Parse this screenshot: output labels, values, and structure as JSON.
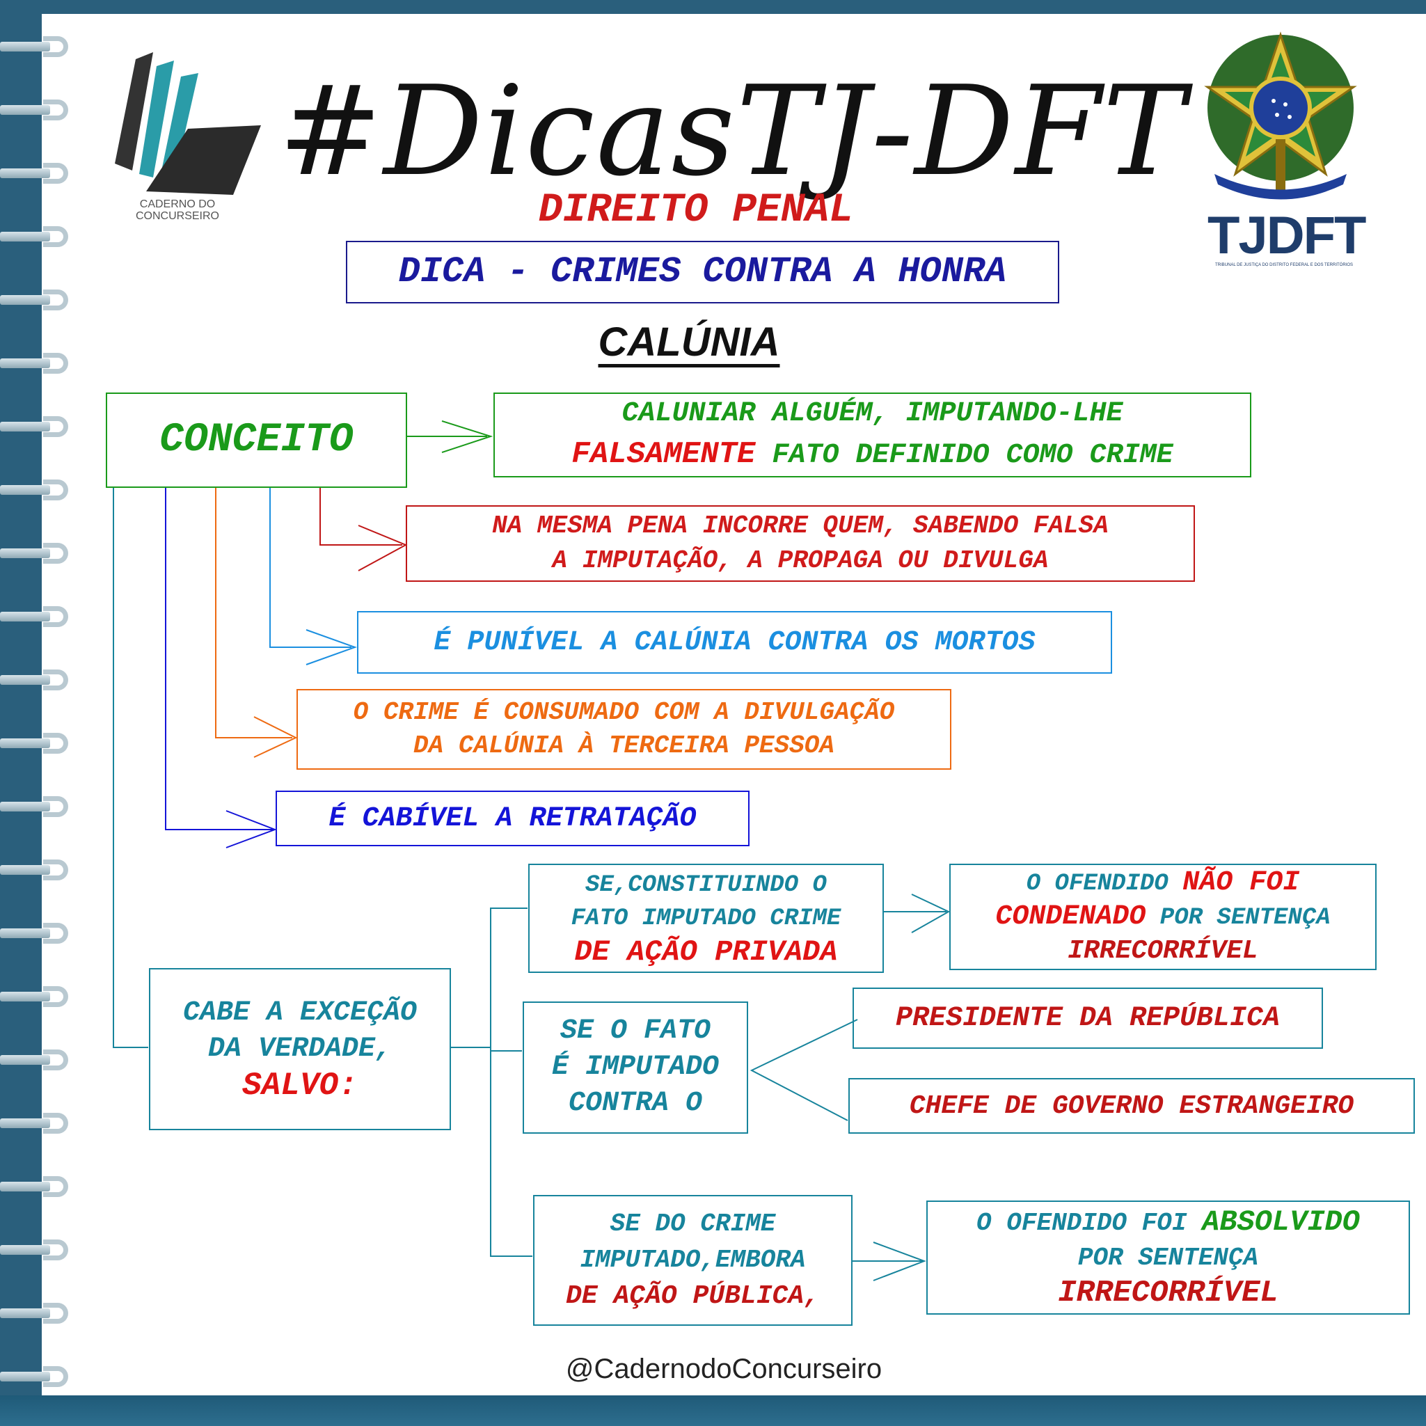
{
  "header": {
    "title": "#DicasTJ-DFT",
    "subject": "DIREITO PENAL",
    "tip": "DICA - CRIMES CONTRA A HONRA",
    "topic": "CALÚNIA"
  },
  "logos": {
    "left_caption_1": "CADERNO DO",
    "left_caption_2": "CONCURSEIRO",
    "right_text": "TJDFT",
    "right_subtext": "TRIBUNAL DE JUSTIÇA DO DISTRITO FEDERAL E DOS TERRITÓRIOS",
    "seal_icon": "coat-of-arms-icon"
  },
  "concept": {
    "label": "CONCEITO",
    "definition_line1": "CALUNIAR ALGUÉM, IMPUTANDO-LHE",
    "definition_hl": "FALSAMENTE",
    "definition_line2": "FATO DEFINIDO COMO CRIME"
  },
  "rules": {
    "same_penalty_1": "NA MESMA PENA INCORRE QUEM, SABENDO FALSA",
    "same_penalty_2": "A IMPUTAÇÃO, A PROPAGA OU DIVULGA",
    "dead": "É PUNÍVEL A CALÚNIA CONTRA OS MORTOS",
    "consummation_1": "O CRIME É CONSUMADO COM A DIVULGAÇÃO",
    "consummation_2": "DA CALÚNIA À TERCEIRA PESSOA",
    "retraction": "É CABÍVEL A RETRATAÇÃO"
  },
  "exception": {
    "label_1": "CABE A EXCEÇÃO",
    "label_2": "DA VERDADE,",
    "label_hl": "SALVO:",
    "case1_1": "SE,CONSTITUINDO O",
    "case1_2": "FATO IMPUTADO CRIME",
    "case1_hl": "DE AÇÃO PRIVADA",
    "case1_result_1": "O OFENDIDO",
    "case1_result_hl1": "NÃO FOI",
    "case1_result_hl2": "CONDENADO",
    "case1_result_2": "POR SENTENÇA",
    "case1_result_hl3": "IRRECORRÍVEL",
    "case2_1": "SE O FATO",
    "case2_2": "É IMPUTADO",
    "case2_3": "CONTRA O",
    "case2_result_a": "PRESIDENTE DA REPÚBLICA",
    "case2_result_b": "CHEFE DE GOVERNO ESTRANGEIRO",
    "case3_1": "SE DO CRIME",
    "case3_2": "IMPUTADO,EMBORA",
    "case3_hl": "DE AÇÃO PÚBLICA,",
    "case3_result_1": "O OFENDIDO FOI",
    "case3_result_hl1": "ABSOLVIDO",
    "case3_result_2": "POR SENTENÇA",
    "case3_result_hl2": "IRRECORRÍVEL"
  },
  "footer": {
    "handle": "@CadernodoConcurseiro"
  },
  "colors": {
    "green": "#1a9a1a",
    "red": "#d01b1b",
    "sky": "#1b8fe0",
    "orange": "#ee6a12",
    "blue": "#1414d8",
    "teal": "#17849c"
  }
}
